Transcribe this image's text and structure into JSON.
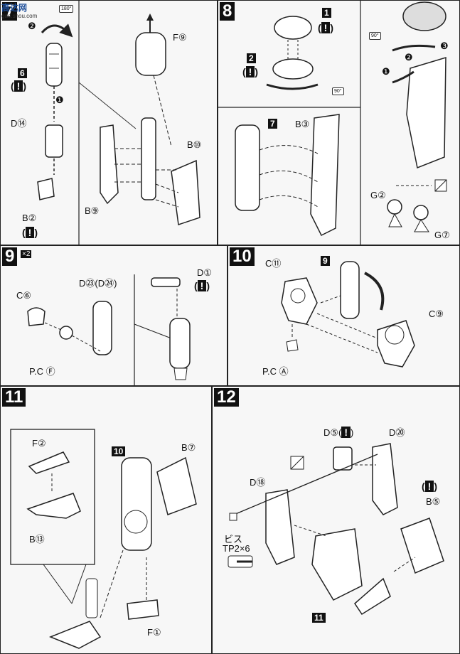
{
  "watermark": {
    "brand": "高达网",
    "url": "gao.shou.com"
  },
  "steps": {
    "s7": {
      "num": "7",
      "rot": "180°",
      "sub6": "6",
      "warn": "!",
      "d14": "D⑭",
      "b2": "B②",
      "f9": "F⑨",
      "b10": "B⑩",
      "b9": "B⑨",
      "a1": "❶",
      "a2": "❷"
    },
    "s8": {
      "num": "8",
      "box1": "1",
      "box2": "2",
      "warn": "!",
      "rot90": "90°",
      "box7": "7",
      "b3": "B③",
      "g2": "G②",
      "g7": "G⑦",
      "a1": "❶",
      "a2": "❷",
      "a3": "❸",
      "rotA": "90°"
    },
    "s9": {
      "num": "9",
      "x2": "×2",
      "c6": "C⑥",
      "d23": "D㉓(D㉔)",
      "pcf": "P.C Ⓕ",
      "d1": "D①",
      "warn": "!"
    },
    "s10": {
      "num": "10",
      "c11": "C⑪",
      "box9": "9",
      "c9": "C⑨",
      "pca": "P.C Ⓐ"
    },
    "s11": {
      "num": "11",
      "f2": "F②",
      "b13": "B⑬",
      "box10": "10",
      "b7": "B⑦",
      "f1": "F①"
    },
    "s12": {
      "num": "12",
      "d5": "D⑤(",
      "d5warn": "!",
      "d5close": ")",
      "d20": "D⑳",
      "d18": "D⑱",
      "screw": "ビス",
      "screwspec": "TP2×6",
      "warn": "!",
      "b5": "B⑤",
      "box11": "11"
    }
  }
}
